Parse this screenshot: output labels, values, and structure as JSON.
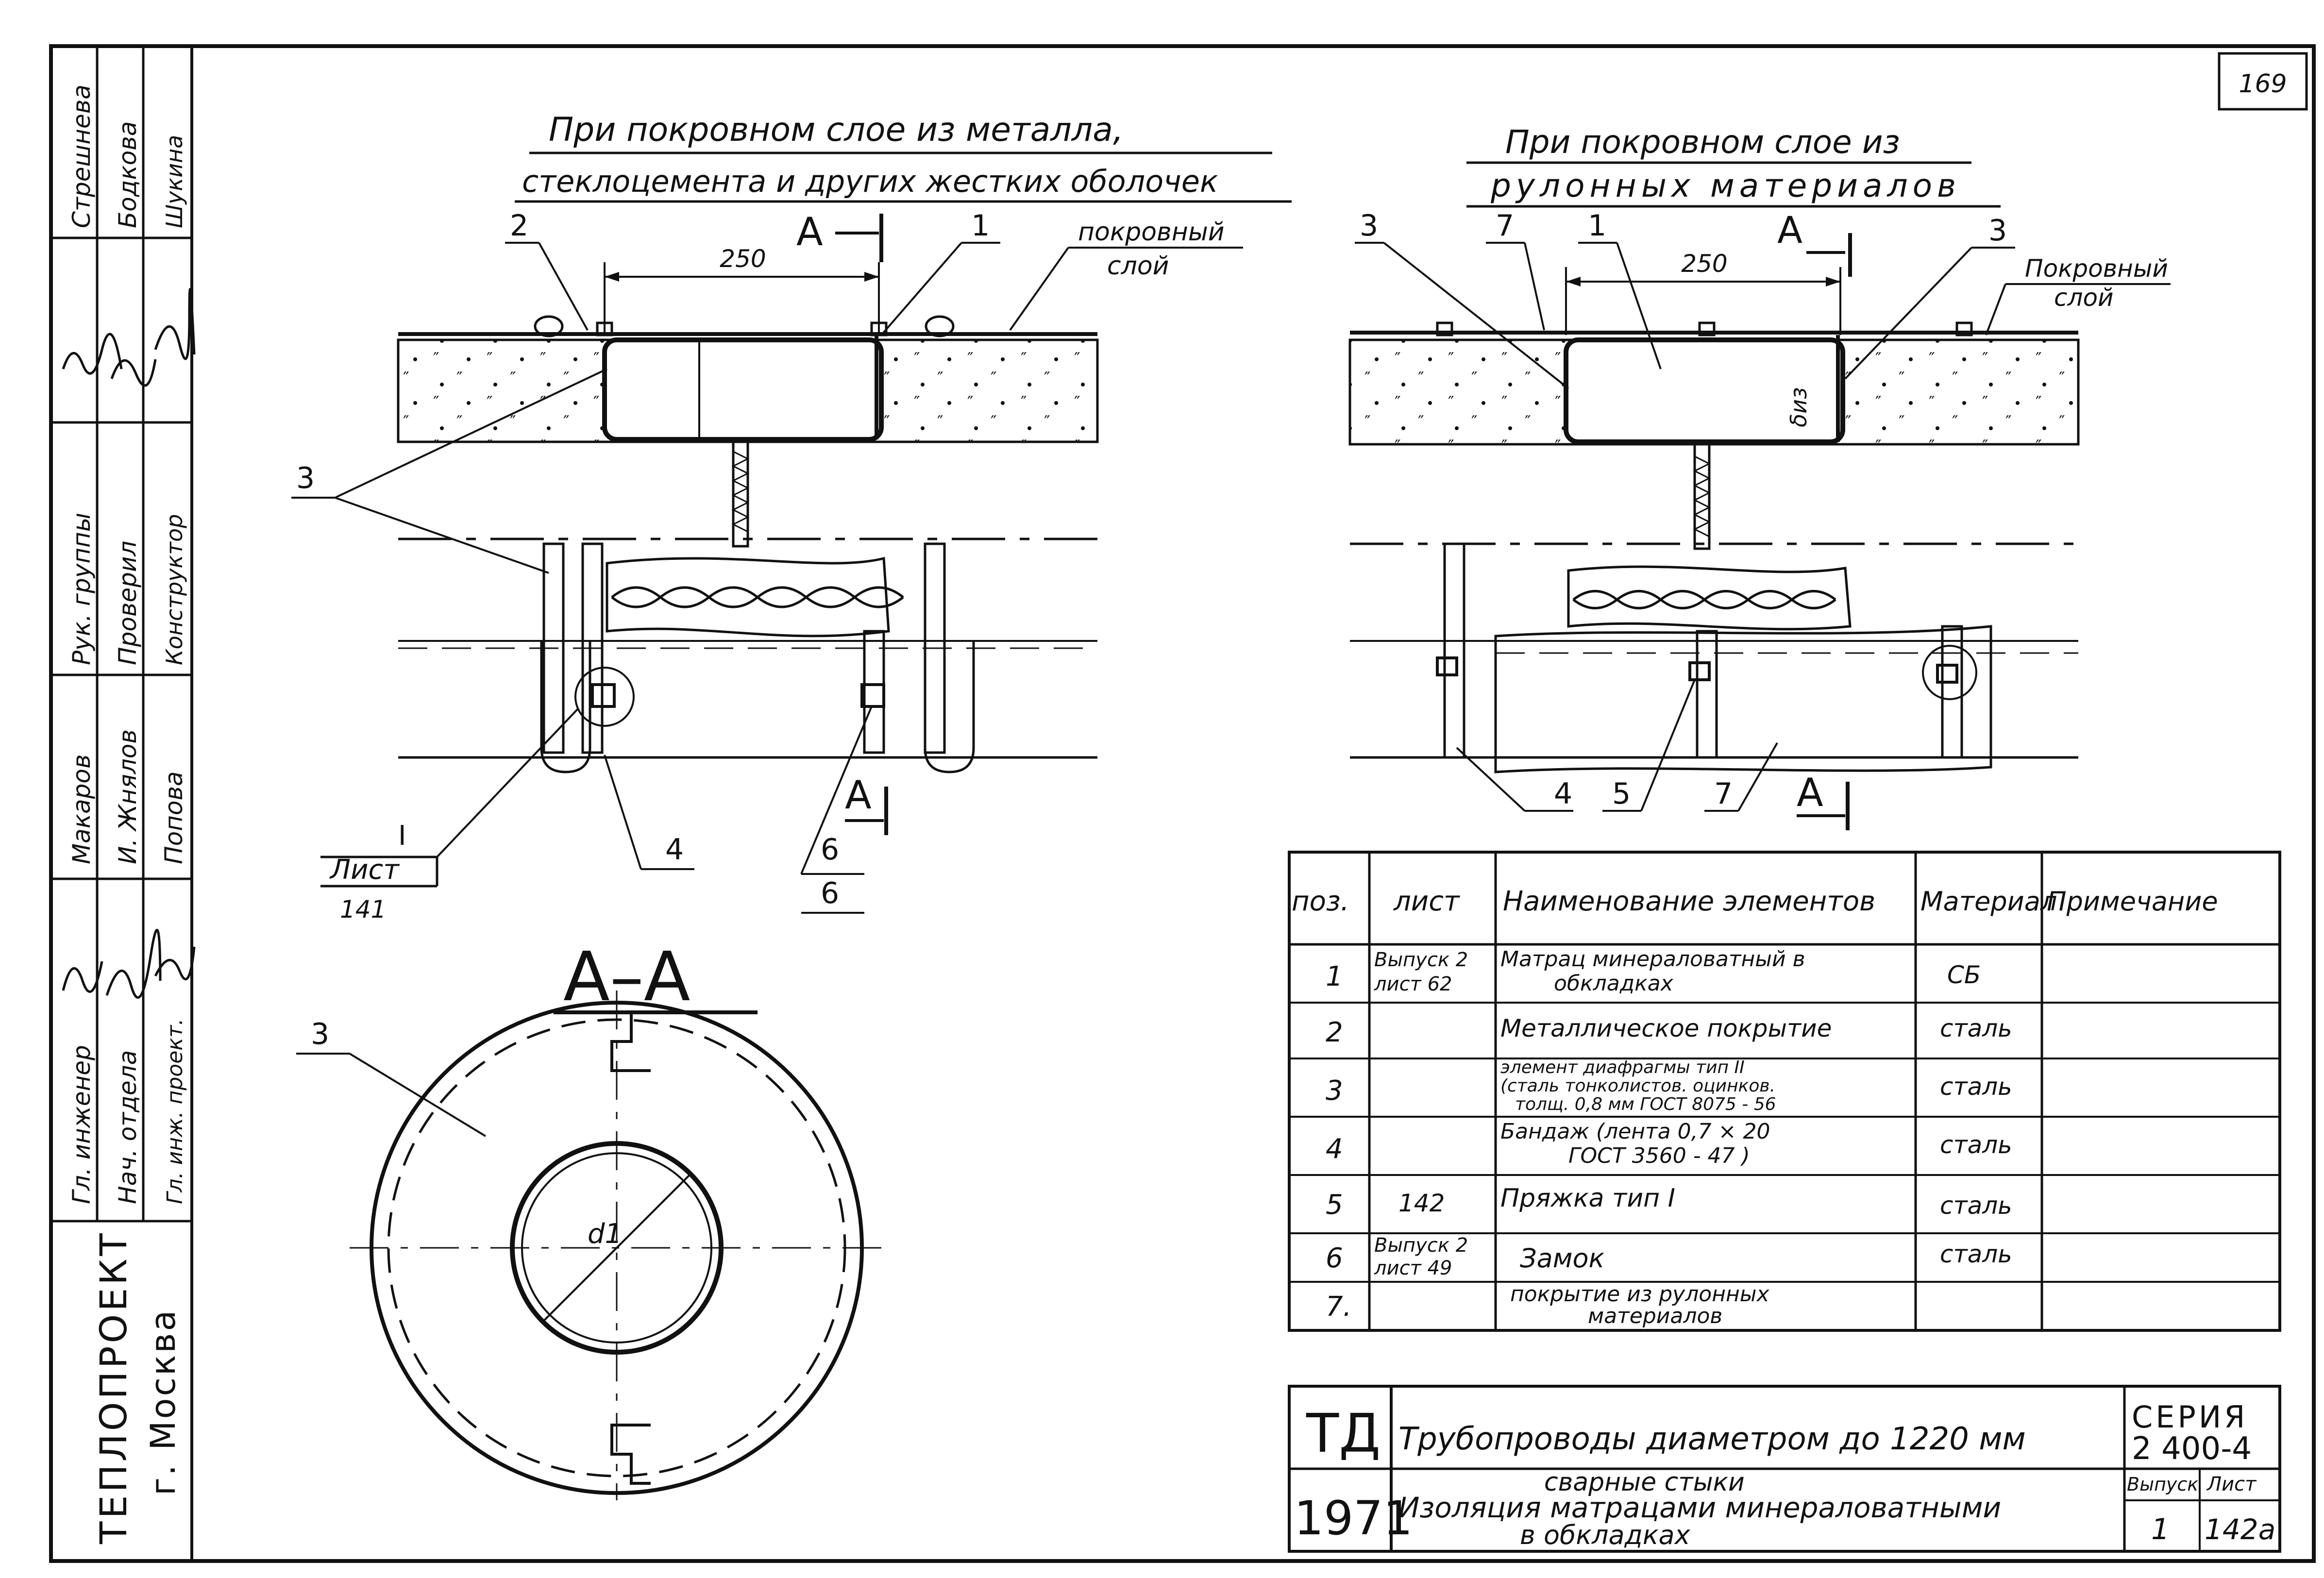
{
  "sheet_number": "169",
  "left_view": {
    "title_line1": "При покровном слое из металла,",
    "title_line2": "стеклоцемента и других жестких оболочек",
    "cover_label_1": "покровный",
    "cover_label_2": "слой",
    "dim": "250",
    "section_mark": "A",
    "callouts": [
      "2",
      "1",
      "3",
      "4",
      "6",
      "6"
    ],
    "sheet_ref_numeral": "I",
    "sheet_ref_word": "Лист",
    "sheet_ref_num": "141"
  },
  "right_view": {
    "title_line1": "При покровном слое из",
    "title_line2": "рулонных материалов",
    "cover_label_1": "Покровный",
    "cover_label_2": "слой",
    "dim": "250",
    "delta_label": "δиз",
    "section_mark": "A",
    "callouts": [
      "3",
      "7",
      "1",
      "3",
      "4",
      "5",
      "7"
    ]
  },
  "section_view": {
    "title": "A–A",
    "callout": "3",
    "diameter": "d1"
  },
  "spec_table": {
    "headers": [
      "поз.",
      "лист",
      "Наименование элементов",
      "Материал",
      "Примечание"
    ],
    "rows": [
      {
        "pos": "1",
        "sheet": [
          "Выпуск 2",
          "лист 62"
        ],
        "name": [
          "Матрац минераловатный в",
          "обкладках"
        ],
        "material": "СБ",
        "note": ""
      },
      {
        "pos": "2",
        "sheet": [],
        "name": [
          "Металлическое покрытие"
        ],
        "material": "сталь",
        "note": ""
      },
      {
        "pos": "3",
        "sheet": [],
        "name": [
          "элемент диафрагмы тип II",
          "(сталь тонколистов. оцинков.",
          "толщ. 0,8 мм ГОСТ 8075 - 56"
        ],
        "material": "сталь",
        "note": ""
      },
      {
        "pos": "4",
        "sheet": [],
        "name": [
          "Бандаж (лента 0,7 × 20",
          "ГОСТ 3560 - 47 )"
        ],
        "material": "сталь",
        "note": ""
      },
      {
        "pos": "5",
        "sheet": [
          "142"
        ],
        "name": [
          "Пряжка тип I"
        ],
        "material": "сталь",
        "note": ""
      },
      {
        "pos": "6",
        "sheet": [
          "Выпуск 2",
          "лист 49"
        ],
        "name": [
          "Замок"
        ],
        "material": "сталь",
        "note": ""
      },
      {
        "pos": "7.",
        "sheet": [],
        "name": [
          "покрытие из рулонных",
          "материалов"
        ],
        "material": "",
        "note": ""
      }
    ]
  },
  "title_block": {
    "code": "ТД",
    "year": "1971",
    "title_line1": "Трубопроводы диаметром до 1220 мм",
    "title_line2": "сварные стыки",
    "title_line3": "Изоляция матрацами минераловатными",
    "title_line4": "в обкладках",
    "series_label": "СЕРИЯ",
    "series_value": "2 400-4",
    "issue_label": "Выпуск",
    "issue_value": "1",
    "sheet_label": "Лист",
    "sheet_value": "142а"
  },
  "side_stamp": {
    "org_line1": "ТЕПЛОПРОЕКТ",
    "org_line2": "г. Москва",
    "roles": [
      "Гл. инженер",
      "Нач. отдела",
      "Гл. инж. проект.",
      "Рук. группы",
      "Проверил",
      "Конструктор"
    ],
    "names": [
      "Макаров",
      "И. Жнялов",
      "Попова",
      "Стрешнева",
      "Бодкова",
      "Шукина"
    ]
  }
}
